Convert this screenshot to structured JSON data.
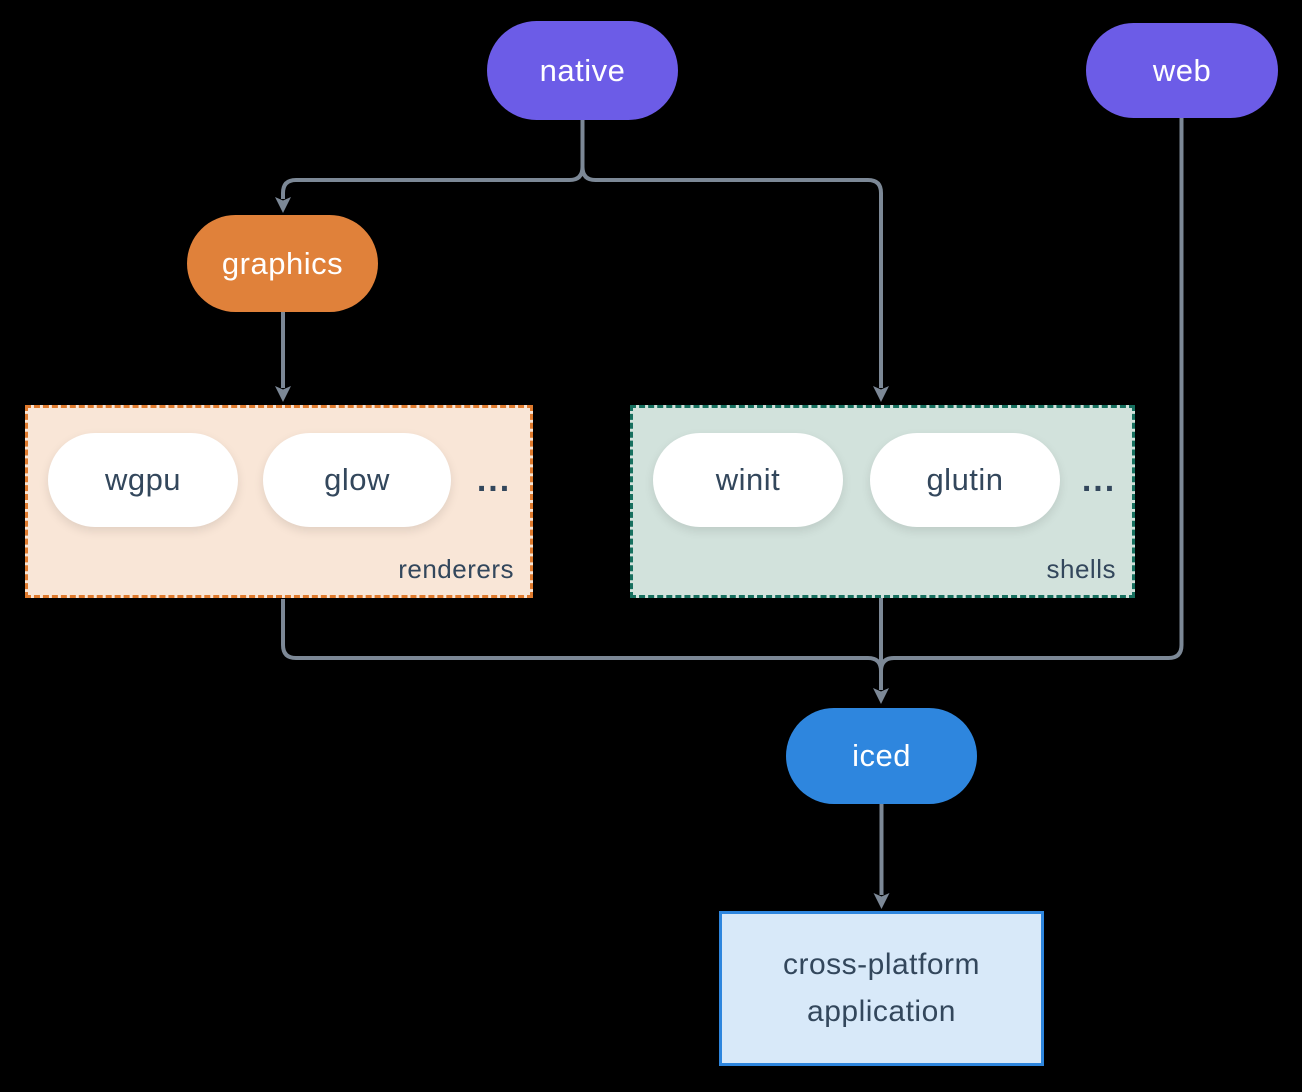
{
  "colors": {
    "background": "#000000",
    "connector": "#7c8896",
    "purple": "#6c5ce7",
    "orange": "#e0813a",
    "blue": "#2e86de",
    "renderers-fill": "#f9e6d7",
    "renderers-border": "#e07b2e",
    "shells-fill": "#d2e2dc",
    "shells-border": "#17705f",
    "app-fill": "#d8e9f9",
    "app-border": "#2e86de",
    "pill-text-light": "#ffffff",
    "dark-text": "#33475c",
    "white": "#ffffff"
  },
  "diagram": {
    "nodes": {
      "native": "native",
      "web": "web",
      "graphics": "graphics",
      "iced": "iced",
      "wgpu": "wgpu",
      "glow": "glow",
      "winit": "winit",
      "glutin": "glutin",
      "app": "cross-platform application"
    },
    "groups": {
      "renderers": {
        "label": "renderers",
        "ellipsis": "..."
      },
      "shells": {
        "label": "shells",
        "ellipsis": "..."
      }
    }
  }
}
